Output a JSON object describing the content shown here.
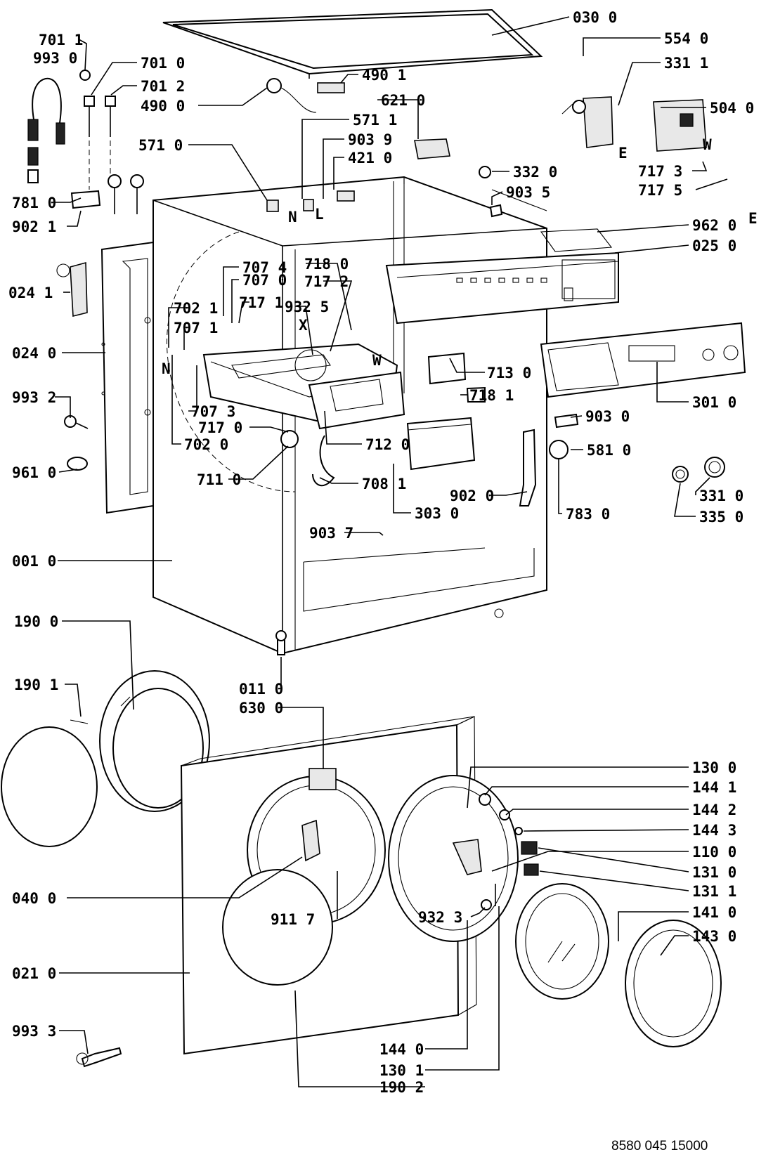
{
  "labels": {
    "l030_0": "030 0",
    "l554_0": "554 0",
    "l331_1": "331 1",
    "l504_0": "504 0",
    "l701_1": "701 1",
    "l993_0": "993 0",
    "l701_0": "701 0",
    "l701_2": "701 2",
    "l490_0": "490 0",
    "l490_1": "490 1",
    "l621_0": "621 0",
    "l571_1": "571 1",
    "l903_9": "903 9",
    "l421_0": "421 0",
    "l571_0": "571 0",
    "l332_0": "332 0",
    "l903_5": "903 5",
    "l717_3": "717 3",
    "l717_5": "717 5",
    "l781_0": "781 0",
    "l902_1": "902 1",
    "l962_0": "962 0",
    "l025_0": "025 0",
    "l024_1": "024 1",
    "l707_4": "707 4",
    "l707_0": "707 0",
    "l718_0": "718 0",
    "l717_2": "717 2",
    "l702_1": "702 1",
    "l717_1": "717 1",
    "l932_5": "932 5",
    "l707_1": "707 1",
    "l024_0": "024 0",
    "l713_0": "713 0",
    "l718_1": "718 1",
    "l301_0": "301 0",
    "l993_2": "993 2",
    "l707_3": "707 3",
    "l717_0": "717 0",
    "l702_0": "702 0",
    "l712_0": "712 0",
    "l903_0": "903 0",
    "l581_0": "581 0",
    "l961_0": "961 0",
    "l711_0": "711 0",
    "l708_1": "708 1",
    "l902_0": "902 0",
    "l331_0": "331 0",
    "l303_0": "303 0",
    "l783_0": "783 0",
    "l335_0": "335 0",
    "l903_7": "903 7",
    "l001_0": "001 0",
    "l190_0": "190 0",
    "l190_1": "190 1",
    "l011_0": "011 0",
    "l630_0": "630 0",
    "l130_0": "130 0",
    "l144_1": "144 1",
    "l144_2": "144 2",
    "l144_3": "144 3",
    "l110_0": "110 0",
    "l040_0": "040 0",
    "l131_0": "131 0",
    "l131_1": "131 1",
    "l141_0": "141 0",
    "l932_3": "932 3",
    "l143_0": "143 0",
    "l911_7": "911 7",
    "l021_0": "021 0",
    "l993_3": "993 3",
    "l144_0": "144 0",
    "l130_1": "130 1",
    "l190_2": "190 2"
  },
  "markers": {
    "N_top": "N",
    "L_top": "L",
    "E_1": "E",
    "W_1": "W",
    "E_2": "E",
    "X": "X",
    "W_2": "W",
    "N_left": "N"
  },
  "footer": {
    "doc_number": "8580 045 15000"
  }
}
